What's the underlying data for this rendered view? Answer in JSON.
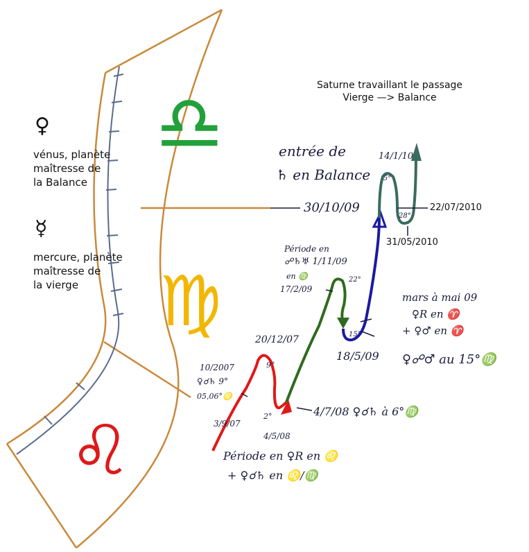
{
  "colors": {
    "wheel": "#c9893a",
    "ticks": "#5a6a8a",
    "libra": "#22a13a",
    "virgo": "#f2b705",
    "leo": "#dd1a1a",
    "red_path": "#e01818",
    "green_path": "#2e6b1e",
    "blue_path": "#1a1aa0",
    "teal_path": "#3b6b5e"
  },
  "title": {
    "line1": "Saturne travaillant le passage",
    "line2": "Vierge —> Balance"
  },
  "venus": {
    "symbol": "♀",
    "symbol_name": "venus-icon",
    "line1": "vénus, planète",
    "line2": "maîtresse de",
    "line3": "la Balance"
  },
  "mercury": {
    "symbol": "☿",
    "symbol_name": "mercury-icon",
    "line1": "mercure, planète",
    "line2": "maîtresse de",
    "line3": "la vierge"
  },
  "signs": {
    "libra": "♎",
    "virgo": "♍",
    "leo": "♌"
  },
  "printed_dates": {
    "d1": "22/07/2010",
    "d2": "31/05/2010"
  },
  "handwritten": {
    "entree_1": "entrée de",
    "entree_2": "♄ en Balance",
    "d_30_10_09": "30/10/09",
    "d_14_1_10": "14/1/10",
    "d_50": "5°",
    "d_28": "28°",
    "periode_1": "Période en",
    "periode_2": "☍♄♅ 1/11/09",
    "periode_3": "en ♍",
    "periode_4": "17/2/09",
    "d_22": "22°",
    "d_15": "15°",
    "d_18_5_09": "18/5/09",
    "mars_1": "mars à mai 09",
    "mars_2": "♀R en ♈",
    "mars_3": "+ ♀♂ en ♈",
    "venus_mars": "♀☍♂ au 15°♍",
    "d_20_12_07": "20/12/07",
    "d_9": "9°",
    "d_2": "2°",
    "d_10_2007": "10/2007",
    "venus_sat": "♀☌♄ 9°",
    "d_05_06": "05,06°♌",
    "d_3_9_07": "3/9/07",
    "d_4_5_08": "4/5/08",
    "conj_608": "4/7/08 ♀☌♄ à 6°♍",
    "periode_b1": "Période en ♀R en ♌",
    "periode_b2": "+ ♀☌♄ en ♌/♍"
  }
}
